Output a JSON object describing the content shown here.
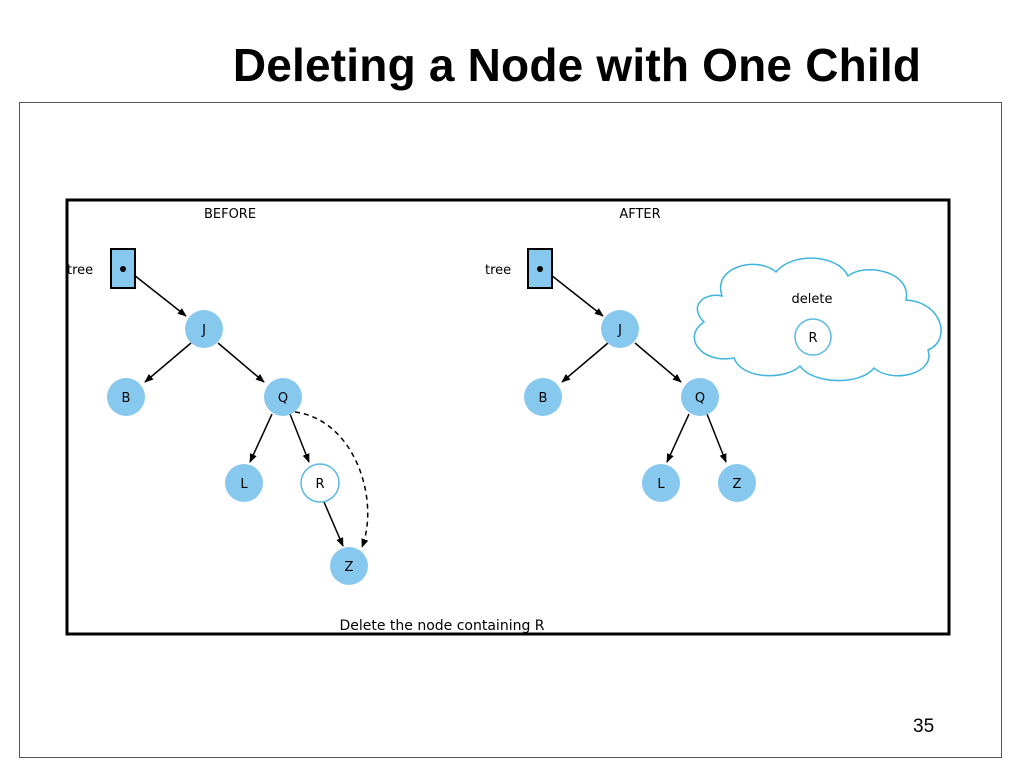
{
  "slide": {
    "title": "Deleting a Node with One Child",
    "page_number": "35"
  },
  "figure": {
    "before_label": "BEFORE",
    "after_label": "AFTER",
    "caption": "Delete the node containing R",
    "before": {
      "pointer_label": "tree",
      "nodes": {
        "j": "J",
        "b": "B",
        "q": "Q",
        "l": "L",
        "r": "R",
        "z": "Z"
      }
    },
    "after": {
      "pointer_label": "tree",
      "nodes": {
        "j": "J",
        "b": "B",
        "q": "Q",
        "l": "L",
        "z": "Z"
      },
      "cloud_label": "delete",
      "deleted_node": "R"
    }
  },
  "colors": {
    "node_fill": "#87C8EE",
    "pointer_fill": "#87C8EE",
    "cloud_stroke": "#3FB4DE",
    "deleted_node_stroke": "#5BB9E3"
  }
}
